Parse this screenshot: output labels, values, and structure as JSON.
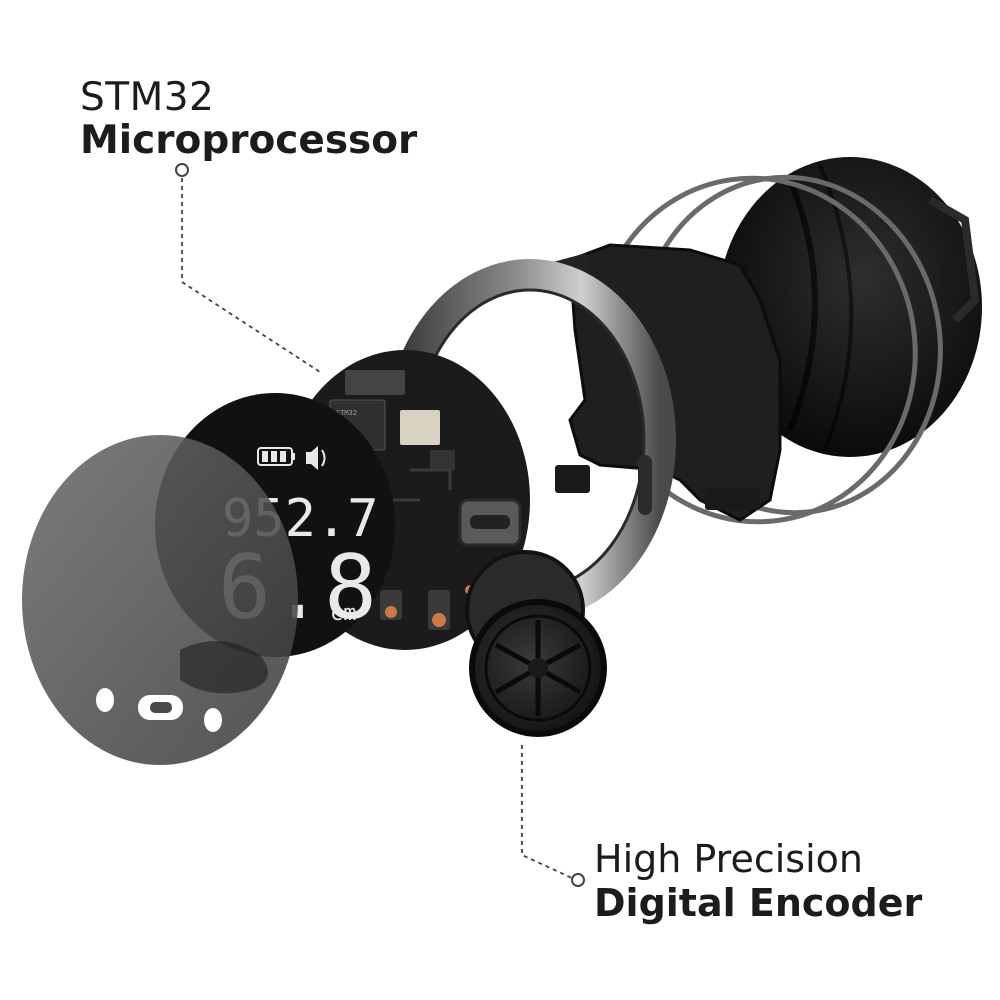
{
  "callouts": {
    "top": {
      "line1": "STM32",
      "line2": "Microprocessor"
    },
    "bottom": {
      "line1": "High Precision",
      "line2": "Digital Encoder"
    }
  },
  "display": {
    "reading_top": "952.7",
    "reading_bottom": "6.8",
    "unit": "cm",
    "battery_icon": "battery-full-icon",
    "speaker_icon": "speaker-icon"
  },
  "colors": {
    "background": "#ffffff",
    "text": "#1c1c1c",
    "device_dark": "#141414",
    "pcb": "#1e1e1e",
    "metal_ring": "#5a5a5a",
    "copper_pad": "#c97a45"
  }
}
